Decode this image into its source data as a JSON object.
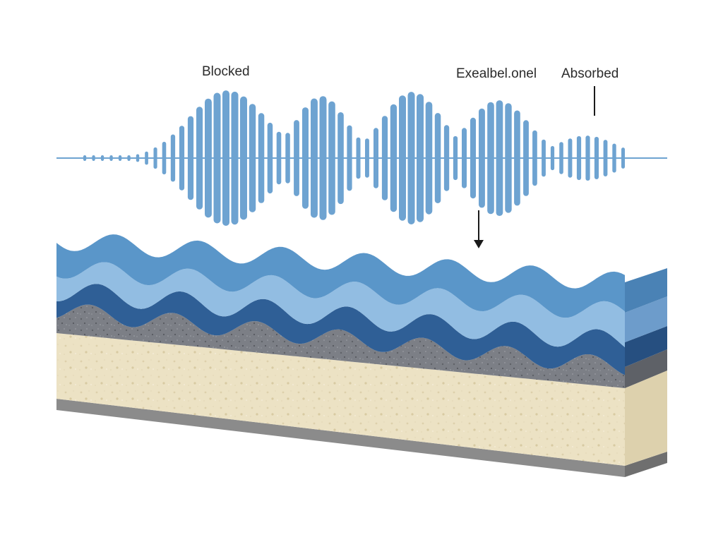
{
  "labels": {
    "blocked": "Blocked",
    "middle": "Exealbel.onel",
    "absorbed": "Absorbed"
  },
  "colors": {
    "wave": "#6ea3d1",
    "layer_top": "#5a96c9",
    "layer_light": "#92bde2",
    "layer_dark": "#2f5f96",
    "layer_gravel": "#7c7f86",
    "layer_sand": "#ece2c4",
    "base_plate": "#8b8b8b",
    "arrow": "#1a1a1a"
  }
}
